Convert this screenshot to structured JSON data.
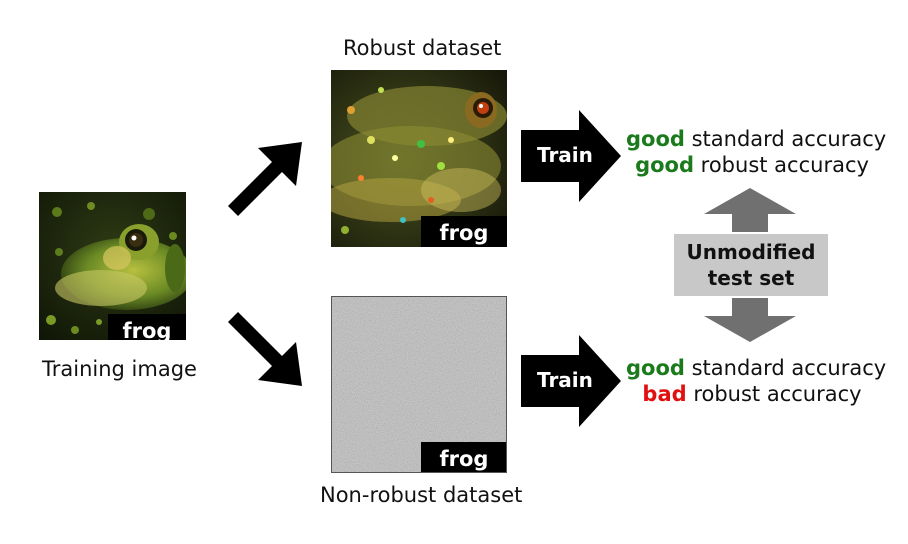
{
  "training": {
    "caption": "Training image",
    "tag": "frog"
  },
  "robust": {
    "caption": "Robust dataset",
    "tag": "frog",
    "train_label": "Train",
    "result": {
      "line1_quality": "good",
      "line1_text": " standard accuracy",
      "line2_quality": "good",
      "line2_text": " robust accuracy"
    }
  },
  "nonrobust": {
    "caption": "Non-robust dataset",
    "tag": "frog",
    "train_label": "Train",
    "result": {
      "line1_quality": "good",
      "line1_text": " standard accuracy",
      "line2_quality": "bad",
      "line2_text": " robust accuracy"
    }
  },
  "test_set": {
    "line1": "Unmodified",
    "line2": "test set"
  },
  "colors": {
    "good": "#1b7a1b",
    "bad": "#e01010",
    "test_box": "#c8c8c8",
    "gray_arrow": "#707070",
    "black": "#000000"
  }
}
